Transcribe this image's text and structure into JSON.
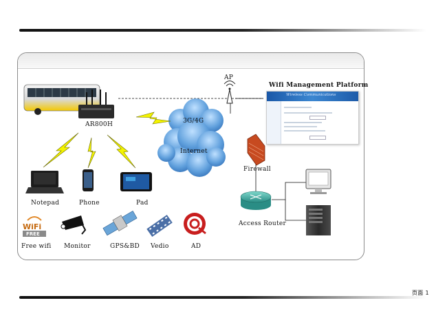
{
  "labels": {
    "ap": "AP",
    "platform_title": "Wifi Management Platform",
    "platform_banner": "Wireless Communications",
    "ar800h": "AR800H",
    "cloud_3g4g": "3G/4G",
    "internet": "Internet",
    "firewall": "Firewall",
    "access_router": "Access Router",
    "notepad": "Notepad",
    "phone": "Phone",
    "pad": "Pad",
    "free_wifi": "Free wifi",
    "monitor": "Monitor",
    "gps_bd": "GPS&BD",
    "vedio": "Vedio",
    "ad": "AD",
    "wifi_logo": "WiFi",
    "free_logo": "FREE"
  },
  "footer": {
    "page_label": "页面 1"
  },
  "colors": {
    "cloud": "#4f8fd0",
    "cloud_light": "#8fc0ee",
    "lightning": "#f3f300",
    "lightning_edge": "#6b6b00",
    "firewall": "#d2572a",
    "router": "#3aa39b",
    "ad_red": "#c81e1e"
  },
  "icons": [
    "bus-icon",
    "router-device-icon",
    "antenna-icon",
    "cloud-icon",
    "firewall-icon",
    "access-router-icon",
    "monitor-icon",
    "server-icon",
    "laptop-icon",
    "phone-icon",
    "tablet-icon",
    "wifi-free-icon",
    "camera-icon",
    "satellite-icon",
    "film-icon",
    "ad-icon",
    "lightning-icon"
  ]
}
